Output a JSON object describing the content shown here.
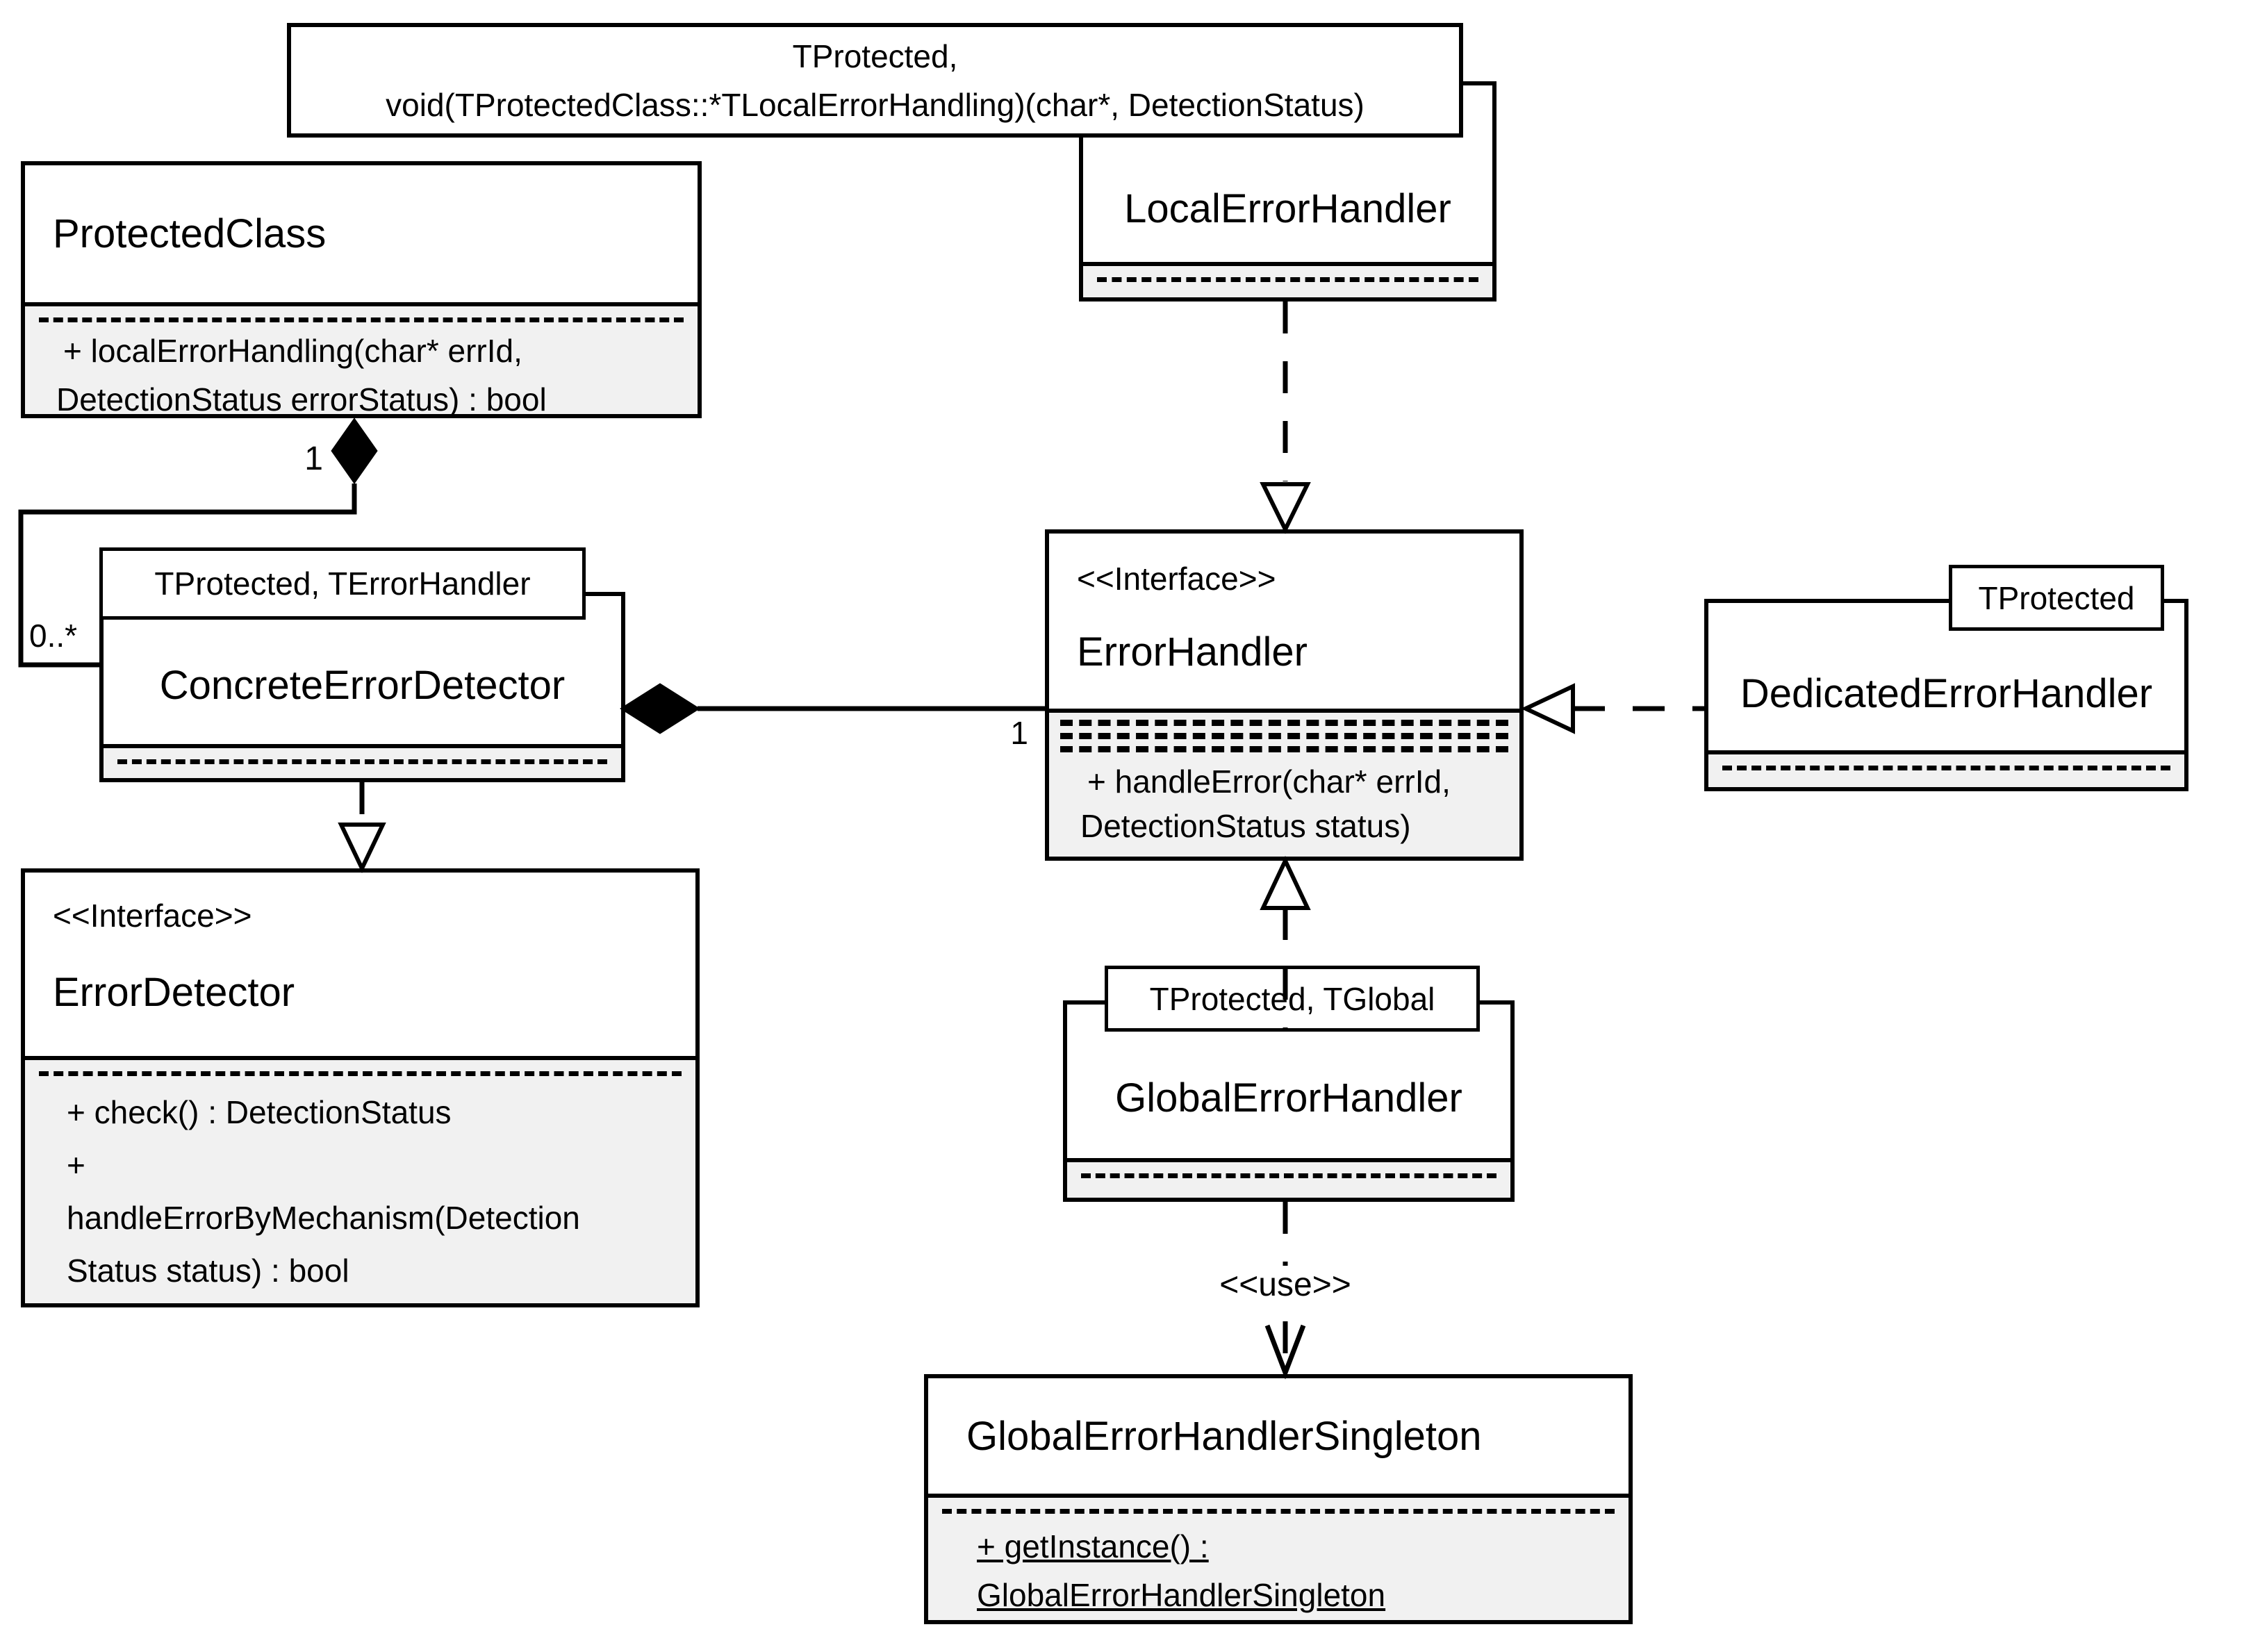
{
  "classes": {
    "protected_class": {
      "name": "ProtectedClass",
      "op1": "+ localErrorHandling(char* errId,",
      "op2": "DetectionStatus errorStatus) : bool"
    },
    "local_error_handler": {
      "name": "LocalErrorHandler",
      "template_line1": "TProtected,",
      "template_line2": "void(TProtectedClass::*TLocalErrorHandling)(char*, DetectionStatus)"
    },
    "concrete_error_detector": {
      "name": "ConcreteErrorDetector",
      "template": "TProtected, TErrorHandler"
    },
    "error_detector": {
      "stereotype": "<<Interface>>",
      "name": "ErrorDetector",
      "op1": "+ check() : DetectionStatus",
      "op2": "+",
      "op3": "handleErrorByMechanism(Detection",
      "op4": "Status status) : bool"
    },
    "error_handler": {
      "stereotype": "<<Interface>>",
      "name": "ErrorHandler",
      "op1": "+ handleError(char* errId,",
      "op2": "DetectionStatus status)"
    },
    "dedicated_error_handler": {
      "name": "DedicatedErrorHandler",
      "template": "TProtected"
    },
    "global_error_handler": {
      "name": "GlobalErrorHandler",
      "template": "TProtected, TGlobal"
    },
    "global_error_handler_singleton": {
      "name": "GlobalErrorHandlerSingleton",
      "op1": "+ getInstance() :",
      "op2": "GlobalErrorHandlerSingleton"
    }
  },
  "relations": {
    "composition_whole_multiplicity": "1",
    "composition_part_multiplicity": "0..*",
    "aggregation_handler_multiplicity": "1",
    "use_stereotype": "<<use>>"
  },
  "colors": {
    "line": "#000000",
    "box_background": "#ffffff",
    "section_background": "#f1f1f1"
  }
}
